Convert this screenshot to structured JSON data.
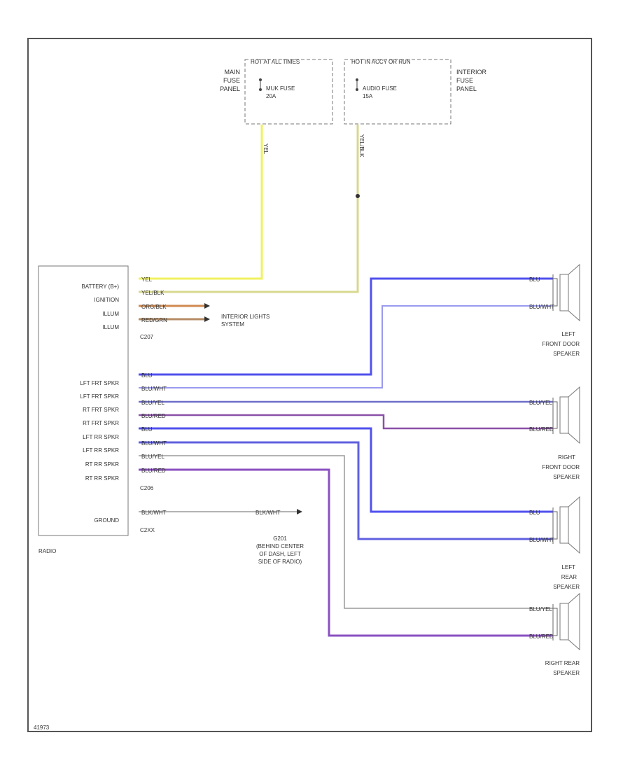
{
  "fuse_panels": {
    "main": {
      "header": "HOT AT ALL TIMES",
      "fuse_label": "MUK FUSE",
      "fuse_rating": "20A",
      "side_label": [
        "MAIN",
        "FUSE",
        "PANEL"
      ]
    },
    "interior": {
      "header": "HOT IN ACCY OR RUN",
      "fuse_label": "AUDIO FUSE",
      "fuse_rating": "15A",
      "side_label": [
        "INTERIOR",
        "FUSE",
        "PANEL"
      ]
    }
  },
  "vertical_wires": {
    "left": "YEL",
    "right": "YEL/BLK"
  },
  "radio": {
    "label": "RADIO",
    "pins_top": [
      "BATTERY (B+)",
      "IGNITION",
      "ILLUM",
      "ILLUM"
    ],
    "connector_top": "C207",
    "pins_mid": [
      "LFT FRT SPKR",
      "LFT FRT SPKR",
      "RT FRT SPKR",
      "RT FRT SPKR",
      "LFT RR SPKR",
      "LFT RR SPKR",
      "RT RR SPKR",
      "RT RR SPKR"
    ],
    "connector_mid": "C206",
    "pin_ground": "GROUND",
    "connector_bottom": "C2XX"
  },
  "wire_labels": {
    "battery": "YEL",
    "ignition": "YEL/BLK",
    "illum1": "ORG/BLK",
    "illum2": "RED/GRN",
    "lf_plus": "BLU",
    "lf_minus": "BLU/WHT",
    "rf_plus": "BLU/YEL",
    "rf_minus": "BLU/RED",
    "lr_plus": "BLU",
    "lr_minus": "BLU/WHT",
    "rr_plus": "BLU/YEL",
    "rr_minus": "BLU/RED",
    "ground_left": "BLK/WHT",
    "ground_right": "BLK/WHT"
  },
  "speaker_wire_labels": {
    "lf_plus": "BLU",
    "lf_minus": "BLU/WHT",
    "rf_plus": "BLU/YEL",
    "rf_minus": "BLU/RED",
    "lr_plus": "BLU",
    "lr_minus": "BLU/WHT",
    "rr_plus": "BLU/YEL",
    "rr_minus": "BLU/RED"
  },
  "interior_lights": [
    "INTERIOR LIGHTS",
    "SYSTEM"
  ],
  "ground_note": [
    "G201",
    "(BEHIND CENTER",
    "OF DASH, LEFT",
    "SIDE OF RADIO)"
  ],
  "speakers": {
    "left_front": [
      "LEFT",
      "FRONT DOOR",
      "SPEAKER"
    ],
    "right_front": [
      "RIGHT",
      "FRONT DOOR",
      "SPEAKER"
    ],
    "left_rear": [
      "LEFT",
      "REAR",
      "SPEAKER"
    ],
    "right_rear": [
      "RIGHT REAR",
      "SPEAKER"
    ]
  },
  "footer_code": "41973",
  "colors": {
    "yellow": "#f0f060",
    "yellow_black": "#d8d890",
    "orange": "#d08a50",
    "red_green": "#b48c64",
    "blue": "#5050ee",
    "blue_white": "#9a9af0",
    "blue_yellow": "#6e6ec8",
    "blue_red": "#8a50a8",
    "gray": "#9a9a9a",
    "border": "#555555"
  }
}
